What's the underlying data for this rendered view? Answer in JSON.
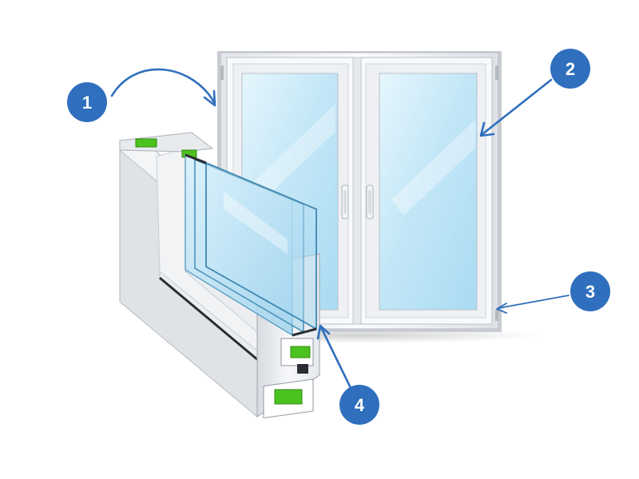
{
  "colors": {
    "badge": "#2f6fbd",
    "badge_text": "#ffffff",
    "arrow": "#2f6fbd",
    "frame": "#f4f5f7",
    "frame_shadow": "#c9cdd3",
    "glass": "#bfe3f5",
    "glass_highlight": "#eaf7fd",
    "gasket_green": "#4cc21f",
    "seal_dark": "#2a2d31",
    "background": "#ffffff"
  },
  "callouts": [
    {
      "id": "1",
      "label": "1",
      "target": "window-frame-left-edge"
    },
    {
      "id": "2",
      "label": "2",
      "target": "sash-right-edge"
    },
    {
      "id": "3",
      "label": "3",
      "target": "frame-bottom-right-corner"
    },
    {
      "id": "4",
      "label": "4",
      "target": "double-glazing-edge"
    }
  ],
  "icons": {
    "window": "double-casement-window-illustration",
    "profile": "pvc-profile-cross-section",
    "handle": "window-handle-icon"
  }
}
